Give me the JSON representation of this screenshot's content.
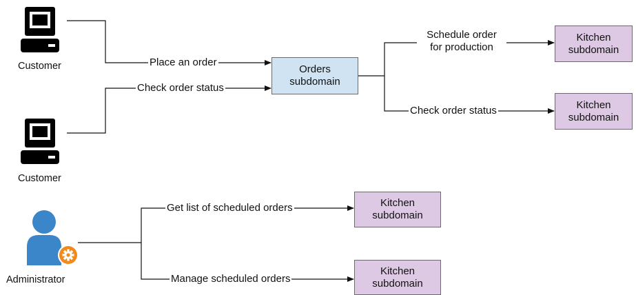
{
  "actors": {
    "customer_1": "Customer",
    "customer_2": "Customer",
    "administrator": "Administrator"
  },
  "boxes": {
    "orders": [
      "Orders",
      "subdomain"
    ],
    "kitchen_1": [
      "Kitchen",
      "subdomain"
    ],
    "kitchen_2": [
      "Kitchen",
      "subdomain"
    ],
    "kitchen_3": [
      "Kitchen",
      "subdomain"
    ],
    "kitchen_4": [
      "Kitchen",
      "subdomain"
    ]
  },
  "edges": {
    "place_order": "Place an order",
    "check_status_customer": "Check order status",
    "schedule_order": [
      "Schedule order",
      "for production"
    ],
    "check_status_orders": "Check order status",
    "get_list": "Get list of scheduled orders",
    "manage": "Manage scheduled orders"
  },
  "colors": {
    "orders_box": "#cfe3f3",
    "kitchen_box": "#ddc9e3",
    "admin_person": "#3a86c8",
    "admin_gear": "#f08a1c"
  },
  "icons": {
    "customer": "computer-icon",
    "administrator": "admin-user-gear-icon"
  }
}
